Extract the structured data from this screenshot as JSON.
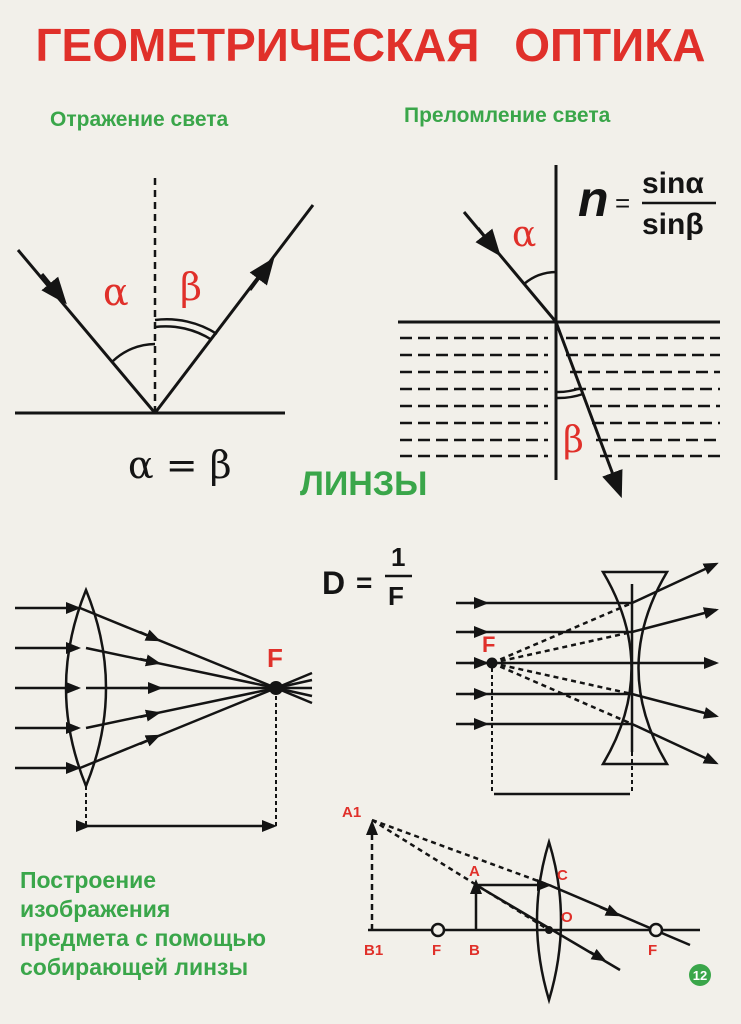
{
  "title": "ГЕОМЕТРИЧЕСКАЯ ОПТИКА",
  "reflection": {
    "heading": "Отражение света",
    "alpha": "α",
    "beta": "β",
    "law": "α = β"
  },
  "refraction": {
    "heading": "Преломление света",
    "alpha": "α",
    "beta": "β",
    "formula_n": "n",
    "formula_eq": "=",
    "formula_num": "sinα",
    "formula_den": "sinβ"
  },
  "lenses": {
    "heading": "ЛИНЗЫ",
    "formula_D": "D",
    "formula_eq": "=",
    "formula_num": "1",
    "formula_den": "F",
    "converging_focus": "F",
    "diverging_focus": "F"
  },
  "construction": {
    "lines": [
      "Построение",
      "изображения",
      "предмета с помощью",
      "собирающей линзы"
    ],
    "labels": {
      "A1": "A1",
      "A": "A",
      "C": "C",
      "O": "O",
      "B1": "B1",
      "F_left": "F",
      "B": "B",
      "F_right": "F"
    }
  },
  "page_number": "12",
  "colors": {
    "title_red": "#e0302a",
    "heading_green": "#3aa64a",
    "ink": "#141414",
    "background": "#f2f0ea"
  }
}
